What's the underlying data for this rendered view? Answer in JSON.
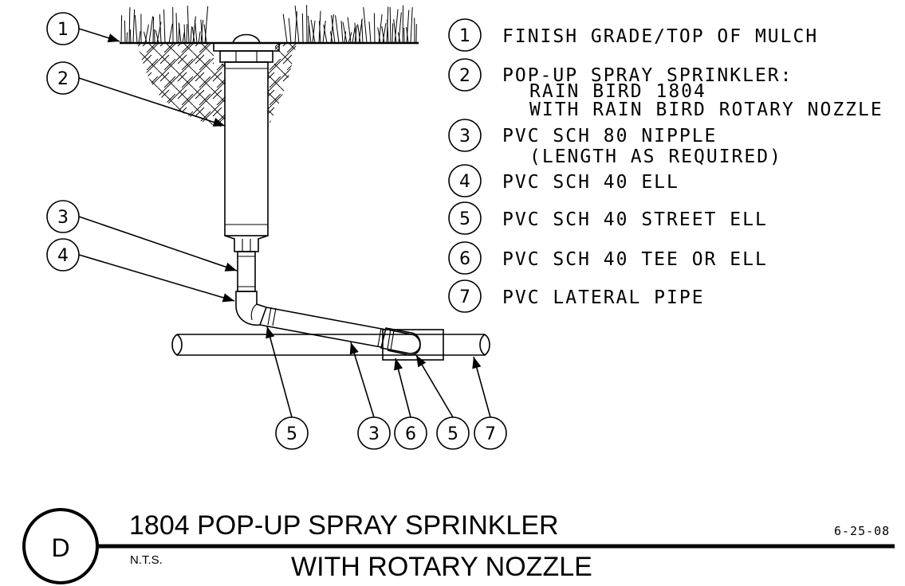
{
  "legend": [
    {
      "num": "1",
      "lines": [
        "FINISH GRADE/TOP OF MULCH"
      ]
    },
    {
      "num": "2",
      "lines": [
        "POP-UP SPRAY SPRINKLER:",
        "RAIN BIRD 1804",
        "WITH RAIN BIRD ROTARY NOZZLE"
      ]
    },
    {
      "num": "3",
      "lines": [
        "PVC SCH 80 NIPPLE",
        "(LENGTH AS REQUIRED)"
      ]
    },
    {
      "num": "4",
      "lines": [
        "PVC SCH 40 ELL"
      ]
    },
    {
      "num": "5",
      "lines": [
        "PVC SCH 40 STREET ELL"
      ]
    },
    {
      "num": "6",
      "lines": [
        "PVC SCH 40 TEE OR ELL"
      ]
    },
    {
      "num": "7",
      "lines": [
        "PVC LATERAL PIPE"
      ]
    }
  ],
  "callouts_left": [
    "1",
    "2",
    "3",
    "4"
  ],
  "callouts_bottom": [
    "5",
    "3",
    "6",
    "5",
    "7"
  ],
  "title_block": {
    "detail_id": "D",
    "title_line1": "1804 POP-UP SPRAY SPRINKLER",
    "title_line2": "WITH ROTARY NOZZLE",
    "scale": "N.T.S.",
    "date": "6-25-08"
  }
}
